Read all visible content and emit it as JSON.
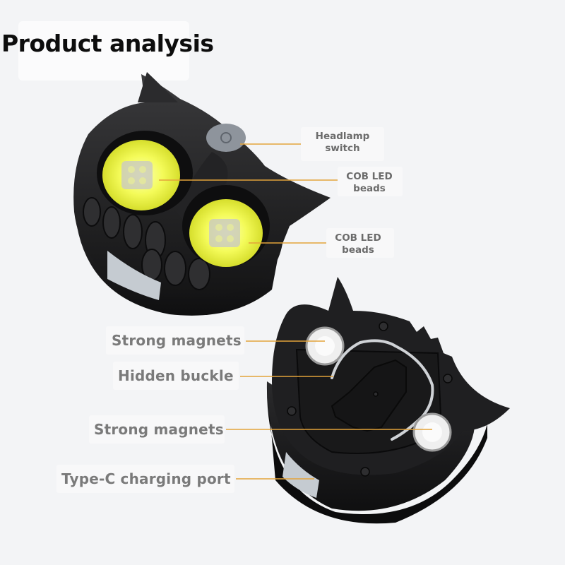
{
  "title": "Product analysis",
  "callouts": {
    "switch": {
      "line1": "Headlamp",
      "line2": "switch"
    },
    "cob_top": {
      "line1": "COB LED",
      "line2": "beads"
    },
    "cob_bottom": {
      "line1": "COB LED",
      "line2": "beads"
    },
    "magnets_top": "Strong magnets",
    "buckle": "Hidden buckle",
    "magnets_bottom": "Strong magnets",
    "port": "Type-C charging port"
  },
  "colors": {
    "background": "#f3f4f6",
    "body": "#1c1c1d",
    "led": "#f4fb59",
    "leader": "#e3a33a",
    "label": "#7a7a7a"
  }
}
